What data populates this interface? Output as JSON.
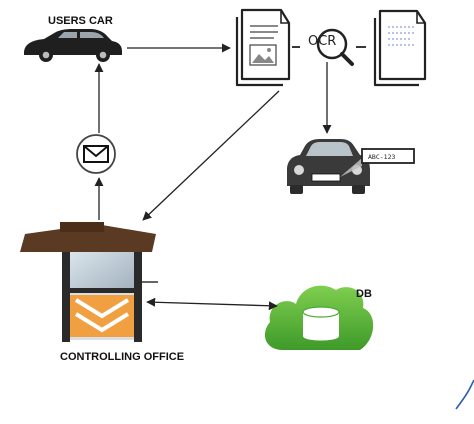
{
  "labels": {
    "users_car": "USERS CAR",
    "ocr": "OCR",
    "db": "DB",
    "controlling_office": "CONTROLLING OFFICE"
  },
  "plate_text": "ABC-123",
  "icons": {
    "car": "car-icon",
    "document": "document-icon",
    "magnifier": "magnifier-icon",
    "copies": "documents-copy-icon",
    "recognized_car": "license-plate-car-icon",
    "mail": "envelope-icon",
    "booth": "toll-booth-icon",
    "database": "cloud-database-icon"
  },
  "colors": {
    "line": "#222222",
    "db_green": "#58b43a",
    "booth_roof": "#5a3a22",
    "booth_chevron": "#f0a040"
  }
}
